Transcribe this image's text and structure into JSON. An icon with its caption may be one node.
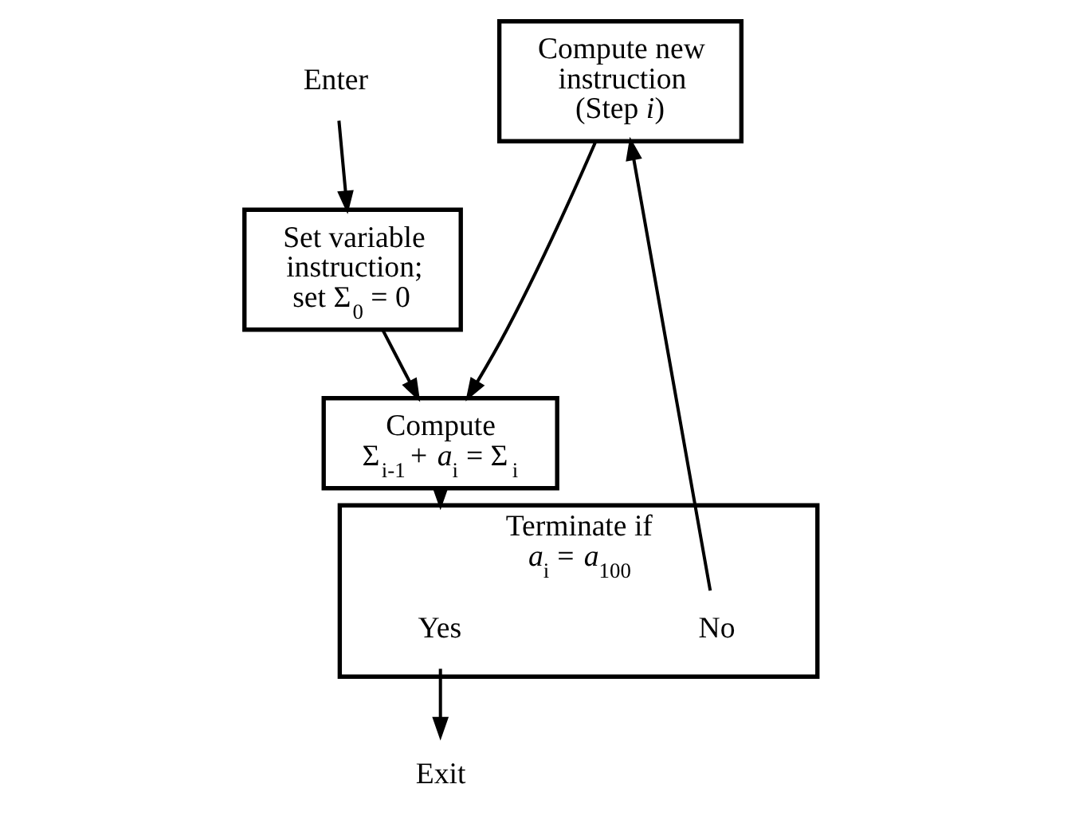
{
  "diagram": {
    "nodes": [
      {
        "text": [
          "Enter"
        ]
      },
      {
        "text": [
          "Set variable instruction; set Σ$_{0}$ = 0"
        ]
      },
      {
        "text": [
          "Compute new instruction (Step *i*)"
        ]
      },
      {
        "text": [
          "Compute",
          "Σ$_{i-1}$ + *a*$_{i}$ = Σ$_{i}$"
        ]
      },
      {
        "text": [
          "Terminate if *a*$_{i}$ = *a*$_{100}$"
        ]
      },
      {
        "text": [
          "Yes"
        ],
        "in": 4
      },
      {
        "text": [
          "No"
        ],
        "in": 4
      },
      {
        "text": [
          "Exit"
        ]
      }
    ],
    "edges": [
      {
        "from": 0,
        "to": 1,
        "arrow": "to"
      },
      {
        "from": 1,
        "to": 3,
        "arrow": "to"
      },
      {
        "from": 2,
        "to": 3,
        "arrow": "to"
      },
      {
        "from": 3,
        "to": 4,
        "arrow": "to"
      },
      {
        "from": 5,
        "to": 7,
        "arrow": "to"
      },
      {
        "from": 6,
        "to": 2,
        "arrow": "to"
      }
    ]
  }
}
